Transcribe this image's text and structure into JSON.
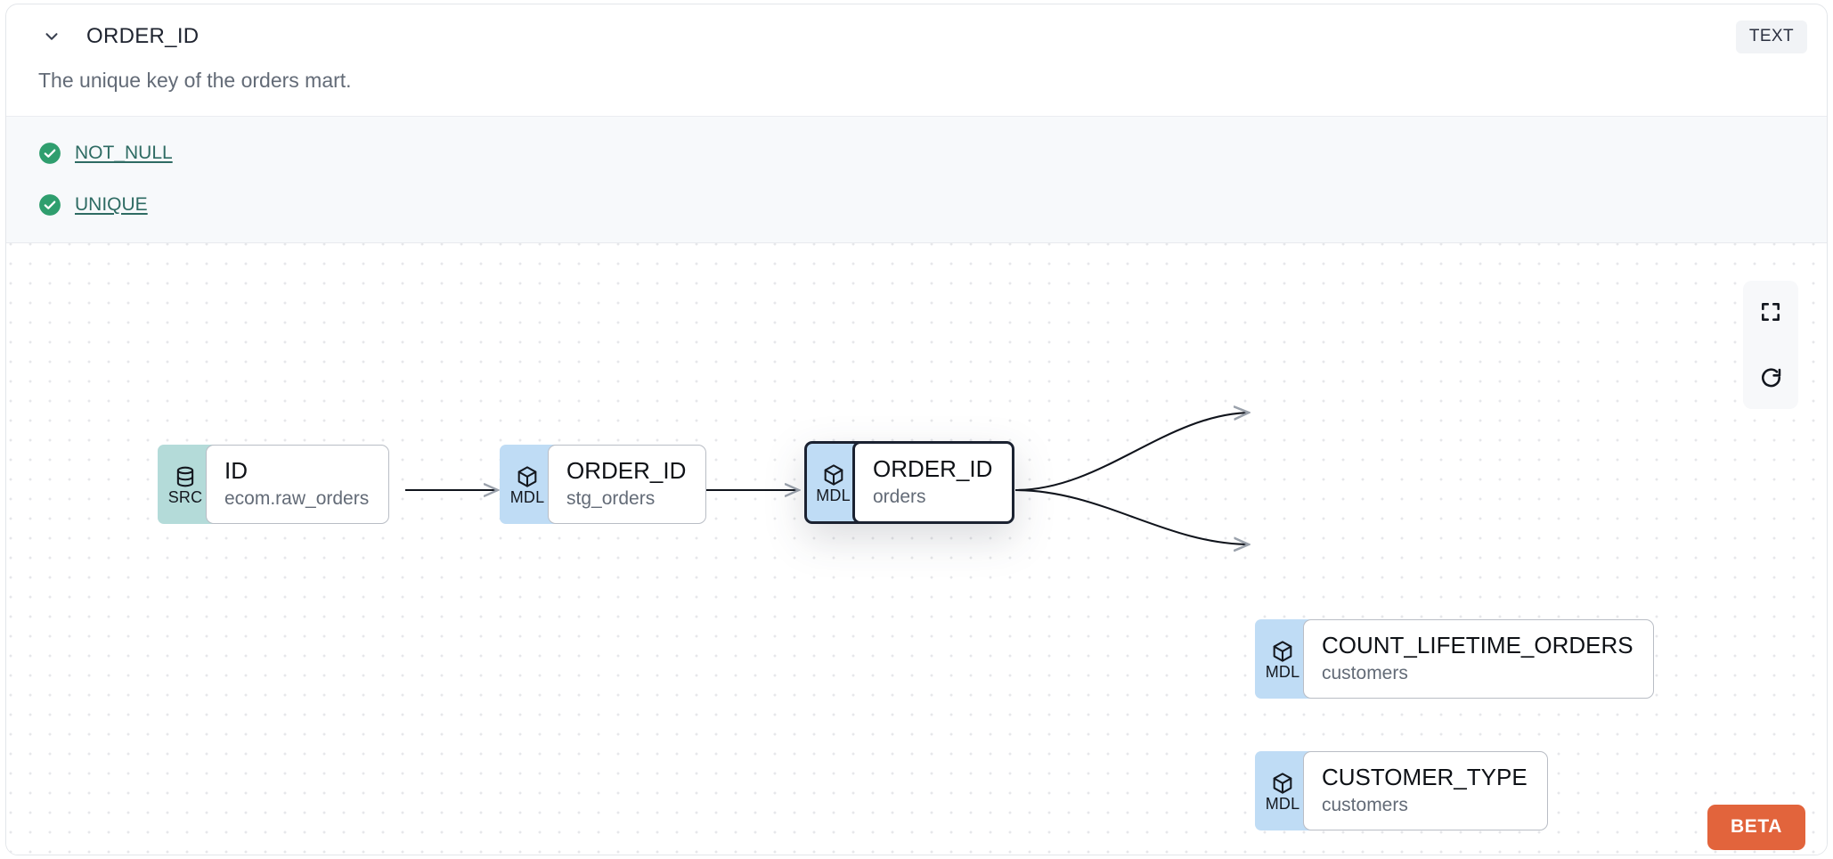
{
  "header": {
    "collapse_icon": "chevron-down-icon",
    "column_name": "ORDER_ID",
    "data_type": "TEXT"
  },
  "description": "The unique key of the orders mart.",
  "tests": {
    "items": [
      {
        "status_icon": "check-circle-icon",
        "label": "NOT_NULL",
        "status": "passing"
      },
      {
        "status_icon": "check-circle-icon",
        "label": "UNIQUE",
        "status": "passing"
      }
    ]
  },
  "lineage": {
    "nodes": [
      {
        "id": "src_id",
        "badge": "SRC",
        "badge_icon": "database-icon",
        "name": "ID",
        "parent": "ecom.raw_orders",
        "selected": false
      },
      {
        "id": "stg_order_id",
        "badge": "MDL",
        "badge_icon": "cube-icon",
        "name": "ORDER_ID",
        "parent": "stg_orders",
        "selected": false
      },
      {
        "id": "orders_order_id",
        "badge": "MDL",
        "badge_icon": "cube-icon",
        "name": "ORDER_ID",
        "parent": "orders",
        "selected": true
      },
      {
        "id": "count_lifetime",
        "badge": "MDL",
        "badge_icon": "cube-icon",
        "name": "COUNT_LIFETIME_ORDERS",
        "parent": "customers",
        "selected": false
      },
      {
        "id": "customer_type",
        "badge": "MDL",
        "badge_icon": "cube-icon",
        "name": "CUSTOMER_TYPE",
        "parent": "customers",
        "selected": false
      }
    ],
    "edges": [
      {
        "from": "src_id",
        "to": "stg_order_id"
      },
      {
        "from": "stg_order_id",
        "to": "orders_order_id"
      },
      {
        "from": "orders_order_id",
        "to": "count_lifetime"
      },
      {
        "from": "orders_order_id",
        "to": "customer_type"
      }
    ],
    "controls": [
      {
        "name": "fit-view-button",
        "icon": "fit-screen-icon"
      },
      {
        "name": "reset-button",
        "icon": "refresh-icon"
      }
    ],
    "beta_label": "BETA"
  },
  "colors": {
    "src_badge": "#b4dbd9",
    "mdl_badge": "#bfdcf5",
    "beta": "#e2643c",
    "test_pass": "#2f9e6e",
    "test_link": "#2e6b63",
    "selected_border": "#1b2231"
  }
}
